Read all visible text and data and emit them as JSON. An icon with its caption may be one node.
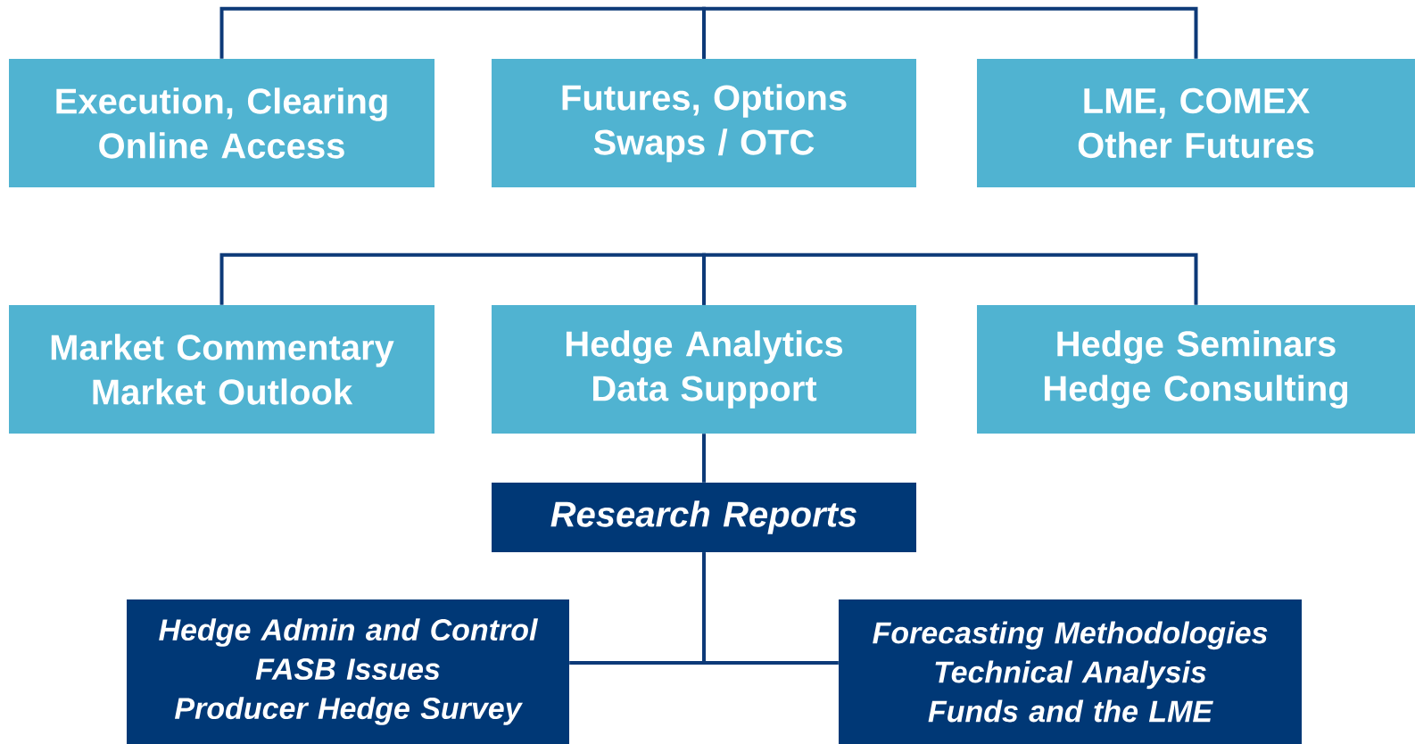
{
  "diagram": {
    "nodes": [
      {
        "text": [
          "Execution, Clearing Online Access"
        ]
      },
      {
        "text": [
          "Futures, Options Swaps / OTC"
        ]
      },
      {
        "text": [
          "LME, COMEX Other Futures"
        ]
      },
      {
        "text": [
          "Market Commentary Market Outlook"
        ]
      },
      {
        "text": [
          "Hedge Analytics Data Support"
        ]
      },
      {
        "text": [
          "Hedge Seminars Hedge Consulting"
        ]
      },
      {
        "text": [
          "Research Reports"
        ]
      },
      {
        "text": [
          "Hedge Admin and Control",
          "FASB Issues",
          "Producer Hedge Survey"
        ]
      },
      {
        "text": [
          "Forecasting Methodologies",
          "Technical Analysis",
          "Funds and the LME"
        ]
      }
    ],
    "edges": [
      {
        "from": 1,
        "to": 0,
        "arrow": "none"
      },
      {
        "from": 1,
        "to": 2,
        "arrow": "none"
      },
      {
        "from": 4,
        "to": 3,
        "arrow": "none"
      },
      {
        "from": 4,
        "to": 5,
        "arrow": "none"
      },
      {
        "from": 4,
        "to": 6,
        "arrow": "none"
      },
      {
        "from": 6,
        "to": 7,
        "arrow": "none"
      },
      {
        "from": 6,
        "to": 8,
        "arrow": "none"
      }
    ]
  }
}
